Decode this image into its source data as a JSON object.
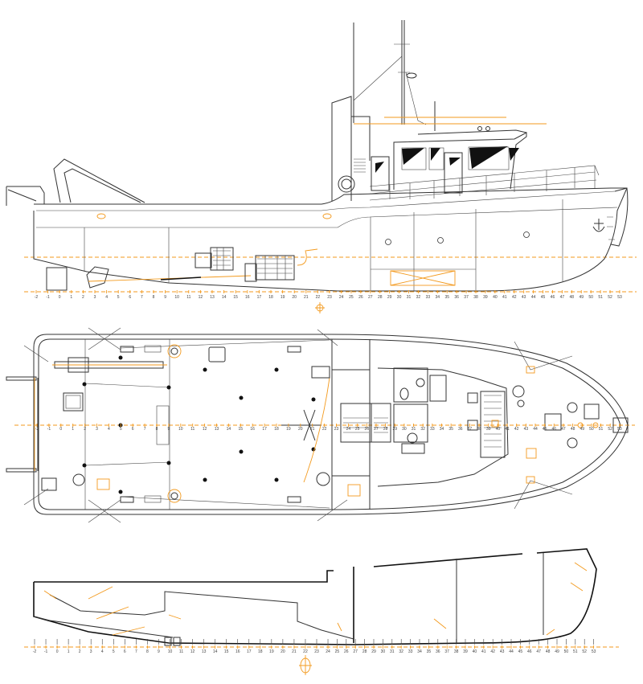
{
  "drawing": {
    "views": [
      {
        "id": "profile",
        "frame_labels": [
          "-2",
          "-1",
          "0",
          "1",
          "2",
          "3",
          "4",
          "5",
          "6",
          "7",
          "8",
          "9",
          "10",
          "11",
          "12",
          "13",
          "14",
          "15",
          "16",
          "17",
          "18",
          "19",
          "20",
          "21",
          "22",
          "23",
          "24",
          "25",
          "26",
          "27",
          "28",
          "29",
          "30",
          "31",
          "32",
          "33",
          "34",
          "35",
          "36",
          "37",
          "38",
          "39",
          "40",
          "41",
          "42",
          "43",
          "44",
          "45",
          "46",
          "47",
          "48",
          "49",
          "50",
          "51",
          "52",
          "53"
        ]
      },
      {
        "id": "deck-plan",
        "frame_labels": [
          "-2",
          "-1",
          "0",
          "1",
          "2",
          "3",
          "4",
          "5",
          "6",
          "7",
          "8",
          "9",
          "10",
          "11",
          "12",
          "13",
          "14",
          "15",
          "16",
          "17",
          "18",
          "19",
          "20",
          "21",
          "22",
          "23",
          "24",
          "25",
          "26",
          "27",
          "28",
          "29",
          "30",
          "31",
          "32",
          "33",
          "34",
          "35",
          "36",
          "37",
          "38",
          "39",
          "40",
          "41",
          "42",
          "43",
          "44",
          "45",
          "46",
          "47",
          "48",
          "49",
          "50",
          "51",
          "52",
          "53"
        ]
      },
      {
        "id": "longitudinal-section",
        "frame_labels": [
          "-2",
          "-1",
          "0",
          "1",
          "2",
          "3",
          "4",
          "5",
          "6",
          "7",
          "8",
          "9",
          "10",
          "11",
          "12",
          "13",
          "14",
          "15",
          "16",
          "17",
          "18",
          "19",
          "20",
          "21",
          "22",
          "23",
          "24",
          "25",
          "26",
          "27",
          "28",
          "29",
          "30",
          "31",
          "32",
          "33",
          "34",
          "35",
          "36",
          "37",
          "38",
          "39",
          "40",
          "41",
          "42",
          "43",
          "44",
          "45",
          "46",
          "47",
          "48",
          "49",
          "50",
          "51",
          "52",
          "53"
        ]
      }
    ],
    "colors": {
      "line": "#333333",
      "annotation": "#f39a1e",
      "window": "#111111"
    }
  }
}
